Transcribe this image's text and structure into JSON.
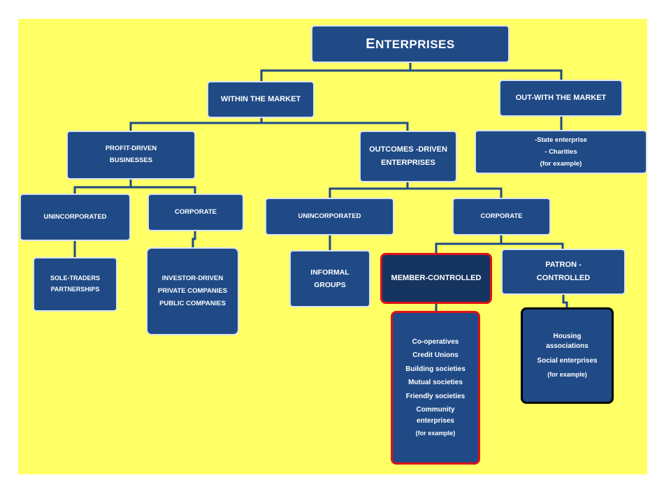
{
  "title": {
    "first": "E",
    "rest": "NTERPRISES"
  },
  "nodes": {
    "within": "WITHIN THE MARKET",
    "outwith": "OUT-WITH THE MARKET",
    "profit": [
      "PROFIT-DRIVEN",
      "BUSINESSES"
    ],
    "outcomes": [
      "OUTCOMES -DRIVEN",
      "ENTERPRISES"
    ],
    "outwith_examples": [
      "-State enterprise",
      "- Charities",
      "(for example)"
    ],
    "pd_unincorporated": "UNINCORPORATED",
    "pd_corporate": "CORPORATE",
    "od_unincorporated": "UNINCORPORATED",
    "od_corporate": "CORPORATE",
    "sole": [
      "SOLE-TRADERS",
      "PARTNERSHIPS"
    ],
    "investor": [
      "INVESTOR-DRIVEN",
      "PRIVATE COMPANIES",
      "PUBLIC COMPANIES"
    ],
    "informal": [
      "INFORMAL",
      "GROUPS"
    ],
    "member": "MEMBER-CONTROLLED",
    "patron": [
      "PATRON -",
      "CONTROLLED"
    ],
    "member_examples": [
      "Co-operatives",
      "Credit Unions",
      "Building societies",
      "Mutual societies",
      "Friendly societies",
      "Community",
      "enterprises",
      "(for example)"
    ],
    "patron_examples": [
      "Housing",
      "associations",
      "Social enterprises",
      "(for example)"
    ]
  },
  "colors": {
    "background": "#ffff66",
    "box_fill": "#1f4a86",
    "box_border": "#d8e2ef",
    "connector": "#1f4a86",
    "highlight_red": "#e0101a",
    "highlight_black": "#000000"
  }
}
